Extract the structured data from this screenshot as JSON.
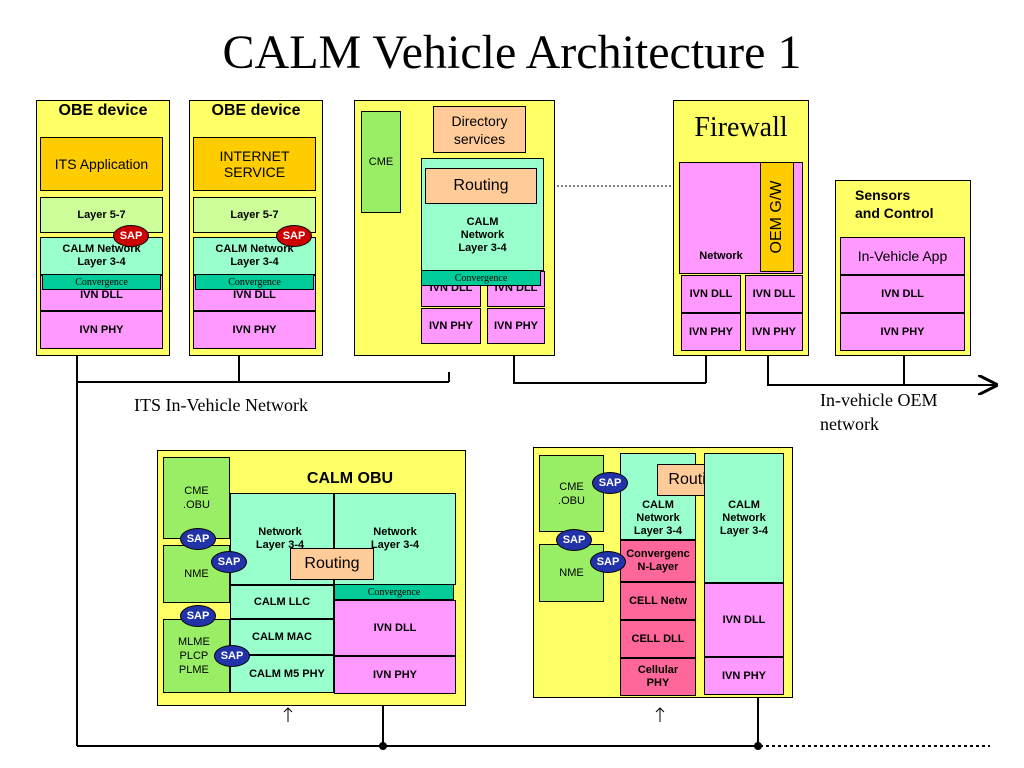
{
  "title": "CALM Vehicle Architecture 1",
  "obe1": {
    "header": "OBE device",
    "app": "ITS Application",
    "layer57": "Layer 5-7",
    "sap": "SAP",
    "network": "CALM Network\nLayer 3-4",
    "convergence": "Convergence",
    "dll": "IVN DLL",
    "phy": "IVN PHY"
  },
  "obe2": {
    "header": "OBE device",
    "app": "INTERNET\nSERVICE",
    "layer57": "Layer 5-7",
    "sap": "SAP",
    "network": "CALM Network\nLayer 3-4",
    "convergence": "Convergence",
    "dll": "IVN DLL",
    "phy": "IVN PHY"
  },
  "router": {
    "cme": "CME",
    "directory": "Directory\nservices",
    "routing": "Routing",
    "network": "CALM\nNetwork\nLayer 3-4",
    "convergence": "Convergence",
    "dll1": "IVN DLL",
    "dll2": "IVN DLL",
    "phy1": "IVN PHY",
    "phy2": "IVN PHY"
  },
  "firewall": {
    "title": "Firewall",
    "network": "Network",
    "oem": "OEM G/W",
    "dll1": "IVN DLL",
    "dll2": "IVN DLL",
    "phy1": "IVN PHY",
    "phy2": "IVN PHY"
  },
  "sensors": {
    "title": "Sensors\nand Control",
    "app": "In-Vehicle App",
    "dll": "IVN DLL",
    "phy": "IVN PHY"
  },
  "labels": {
    "its_network": "ITS In-Vehicle Network",
    "oem_network": "In-vehicle OEM\nnetwork"
  },
  "obu": {
    "title": "CALM OBU",
    "cme": "CME\n.OBU",
    "nme": "NME",
    "mlme": "MLME\nPLCP\nPLME",
    "sap": "SAP",
    "network1": "Network\nLayer 3-4",
    "network2": "Network\nLayer 3-4",
    "routing": "Routing",
    "convergence": "Convergence",
    "llc": "CALM LLC",
    "mac": "CALM  MAC",
    "m5phy": "CALM M5 PHY",
    "dll": "IVN DLL",
    "phy": "IVN PHY"
  },
  "cell": {
    "cme": "CME\n.OBU",
    "nme": "NME",
    "sap": "SAP",
    "network1": "CALM\nNetwork\nLayer 3-4",
    "routing": "Routing",
    "convergence": "Convergenc\nN-Layer",
    "cellnet": "CELL Netw",
    "celldll": "CELL DLL",
    "cellphy": "Cellular\nPHY",
    "network2": "CALM\nNetwork\nLayer 3-4",
    "dll": "IVN DLL",
    "phy": "IVN PHY"
  }
}
